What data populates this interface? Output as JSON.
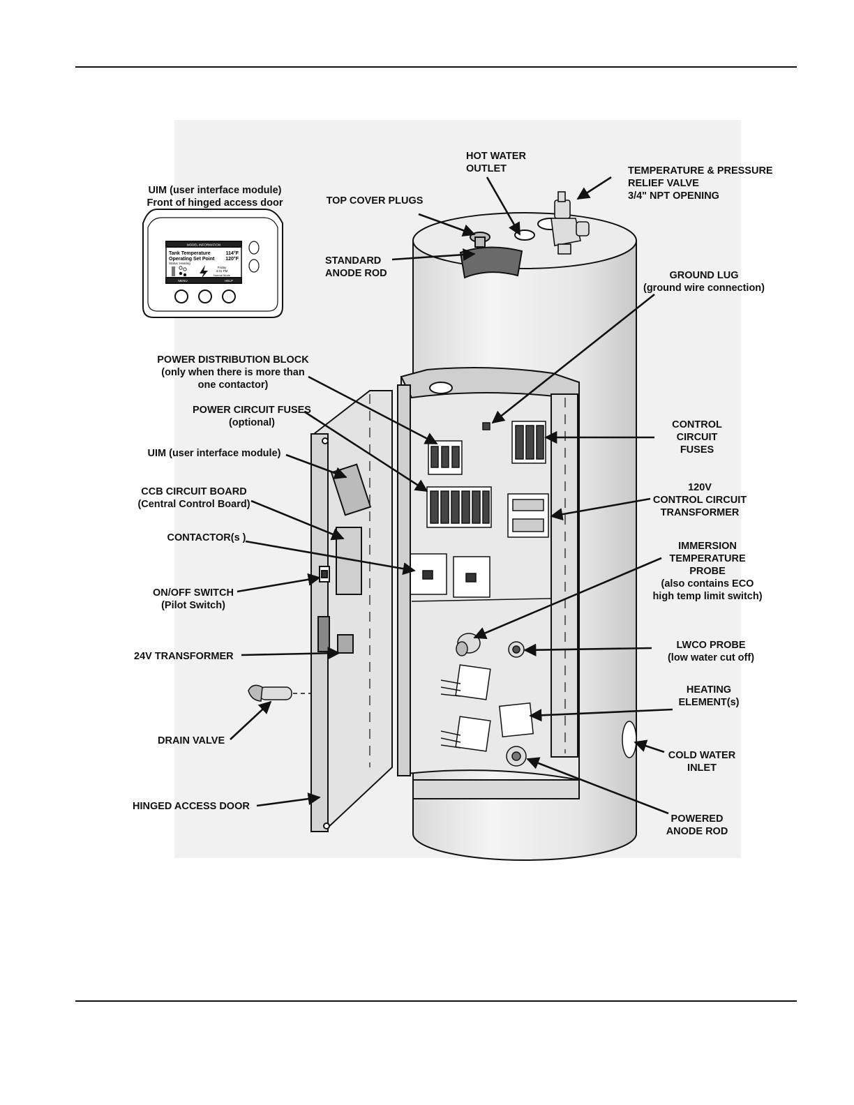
{
  "uim_screen": {
    "header": "MODEL INFORMATION",
    "row1_label": "Tank Temperature",
    "row1_value": "114°F",
    "row2_label": "Operating Set Point",
    "row2_value": "120°F",
    "status": "Status: Heating",
    "day": "Friday",
    "time": "3:31 PM",
    "mode": "Normal Mode",
    "softkey_left": "MENU",
    "softkey_right": "HELP"
  },
  "labels": {
    "uim_front": [
      "UIM (user interface module)",
      "Front of hinged access door"
    ],
    "top_cover_plugs": [
      "TOP COVER PLUGS"
    ],
    "hot_water_outlet": [
      "HOT WATER",
      "OUTLET"
    ],
    "tp_valve": [
      "TEMPERATURE & PRESSURE",
      "RELIEF VALVE",
      "3/4\" NPT OPENING"
    ],
    "standard_anode": [
      "STANDARD",
      "ANODE ROD"
    ],
    "ground_lug": [
      "GROUND LUG",
      "(ground wire connection)"
    ],
    "power_dist_block": [
      "POWER DISTRIBUTION BLOCK",
      "(only when there is more than",
      "one contactor)"
    ],
    "power_circuit_fuses": [
      "POWER CIRCUIT FUSES",
      "(optional)"
    ],
    "control_circuit_fuses": [
      "CONTROL",
      "CIRCUIT",
      "FUSES"
    ],
    "uim": [
      "UIM (user interface module)"
    ],
    "ccb": [
      "CCB CIRCUIT BOARD",
      "(Central Control Board)"
    ],
    "transformer_120v": [
      "120V",
      "CONTROL CIRCUIT",
      "TRANSFORMER"
    ],
    "contactors": [
      "CONTACTOR(s )"
    ],
    "immersion_probe": [
      "IMMERSION",
      "TEMPERATURE",
      "PROBE",
      "(also contains ECO",
      "high temp limit switch)"
    ],
    "onoff": [
      "ON/OFF SWITCH",
      "(Pilot Switch)"
    ],
    "lwco": [
      "LWCO PROBE",
      "(low water cut off)"
    ],
    "transformer_24v": [
      "24V TRANSFORMER"
    ],
    "heating_element": [
      "HEATING",
      "ELEMENT(s)"
    ],
    "drain_valve": [
      "DRAIN VALVE"
    ],
    "cold_water_inlet": [
      "COLD WATER",
      "INLET"
    ],
    "hinged_door": [
      "HINGED ACCESS DOOR"
    ],
    "powered_anode": [
      "POWERED",
      "ANODE ROD"
    ]
  }
}
